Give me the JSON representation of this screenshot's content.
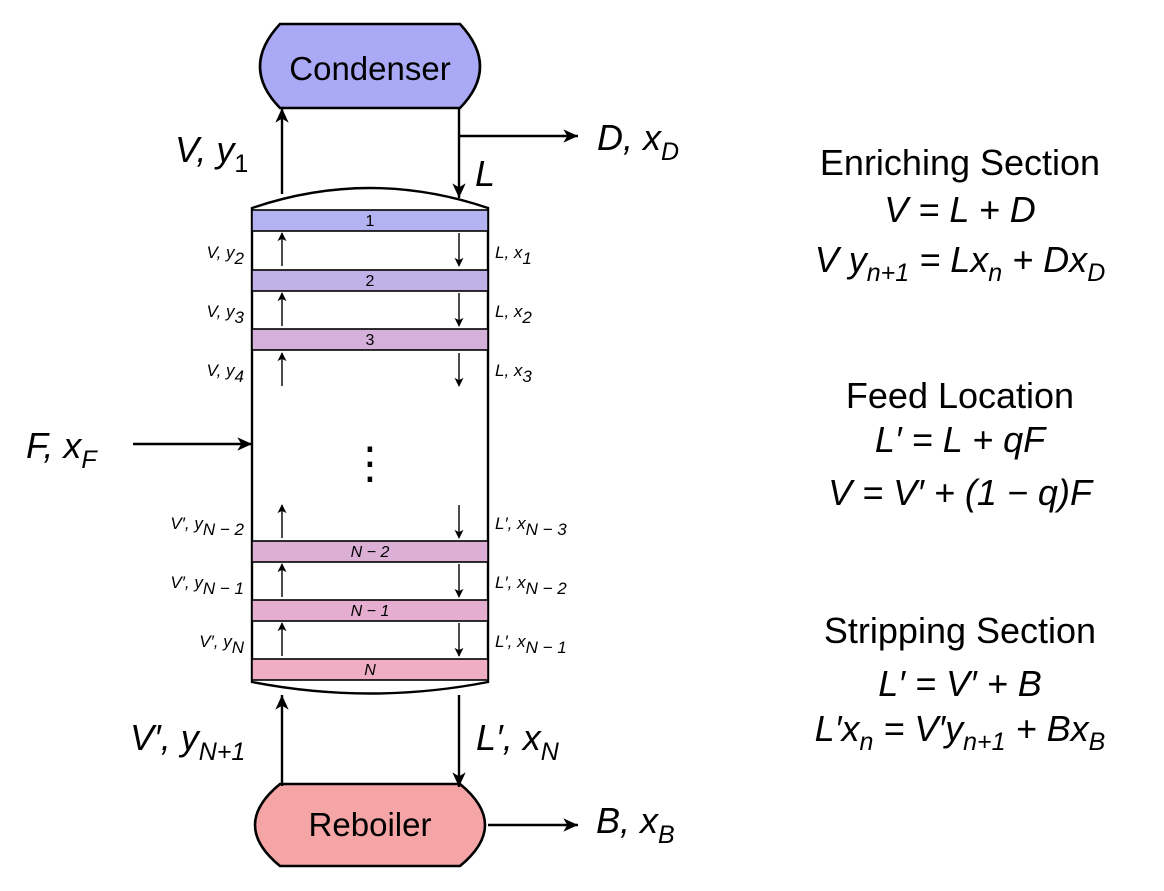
{
  "units": {
    "condenser": {
      "label": "Condenser",
      "color": "#a9a9f5"
    },
    "reboiler": {
      "label": "Reboiler",
      "color": "#f5a5a5"
    }
  },
  "trays": [
    {
      "label": "1",
      "color": "#b3b3f2"
    },
    {
      "label": "2",
      "color": "#c2b0e8"
    },
    {
      "label": "3",
      "color": "#d5b0db"
    },
    {
      "label": "N − 2",
      "color": "#dcb0d6"
    },
    {
      "label": "N − 1",
      "color": "#e5aed0"
    },
    {
      "label": "N",
      "color": "#f0aec4"
    }
  ],
  "ellipsis": "⋮",
  "streams": {
    "top_vapor": {
      "main": "V, y",
      "sub": "1"
    },
    "distillate": {
      "main": "D, x",
      "sub": "D"
    },
    "reflux": {
      "main": "L",
      "sub": ""
    },
    "feed": {
      "main": "F, x",
      "sub": "F"
    },
    "bottom_vapor": {
      "main": "V′, y",
      "sub": "N+1"
    },
    "bottom_liquid": {
      "main": "L′, x",
      "sub": "N"
    },
    "bottoms": {
      "main": "B, x",
      "sub": "B"
    }
  },
  "vapor_labels": [
    {
      "main": "V, y",
      "sub": "2"
    },
    {
      "main": "V, y",
      "sub": "3"
    },
    {
      "main": "V, y",
      "sub": "4"
    },
    {
      "main": "V′, y",
      "sub": "N − 2"
    },
    {
      "main": "V′, y",
      "sub": "N − 1"
    },
    {
      "main": "V′, y",
      "sub": "N"
    }
  ],
  "liquid_labels": [
    {
      "main": "L, x",
      "sub": "1"
    },
    {
      "main": "L, x",
      "sub": "2"
    },
    {
      "main": "L, x",
      "sub": "3"
    },
    {
      "main": "L′, x",
      "sub": "N − 3"
    },
    {
      "main": "L′, x",
      "sub": "N − 2"
    },
    {
      "main": "L′, x",
      "sub": "N − 1"
    }
  ],
  "sections": {
    "enriching": {
      "title": "Enriching Section",
      "eq1": "V = L + D",
      "eq2": {
        "a": "V y",
        "a_sub": "n+1",
        "b": " = Lx",
        "b_sub": "n",
        "c": " + Dx",
        "c_sub": "D"
      }
    },
    "feed": {
      "title": "Feed Location",
      "eq1": "L′ = L + qF",
      "eq2": "V = V′ + (1 − q)F"
    },
    "stripping": {
      "title": "Stripping Section",
      "eq1": "L′ = V′ + B",
      "eq2": {
        "a": "L′x",
        "a_sub": "n",
        "b": " = V′y",
        "b_sub": "n+1",
        "c": " + Bx",
        "c_sub": "B"
      }
    }
  }
}
